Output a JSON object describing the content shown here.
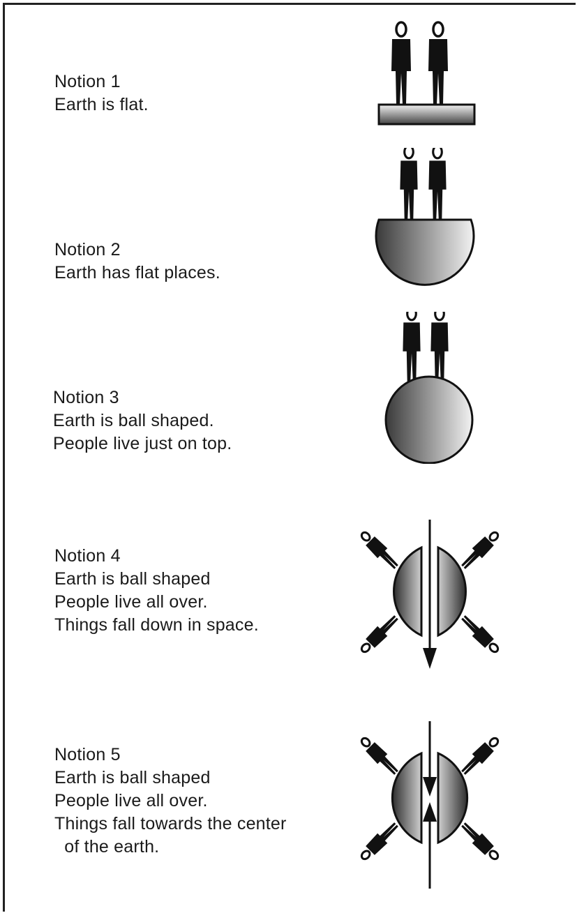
{
  "notions": [
    {
      "title": "Notion 1",
      "lines": [
        "Earth is flat."
      ]
    },
    {
      "title": "Notion 2",
      "lines": [
        "Earth has flat places."
      ]
    },
    {
      "title": "Notion 3",
      "lines": [
        "Earth is ball shaped.",
        "People live just on top."
      ]
    },
    {
      "title": "Notion 4",
      "lines": [
        "Earth is ball shaped",
        "People live all over.",
        "Things fall down in space."
      ]
    },
    {
      "title": "Notion 5",
      "lines": [
        "Earth is ball shaped",
        "People live all over.",
        "Things fall towards the center",
        "  of the earth."
      ]
    }
  ],
  "colors": {
    "ink": "#111111",
    "shade_dark": "#3a3a3a",
    "shade_light": "#f2f2f2"
  }
}
